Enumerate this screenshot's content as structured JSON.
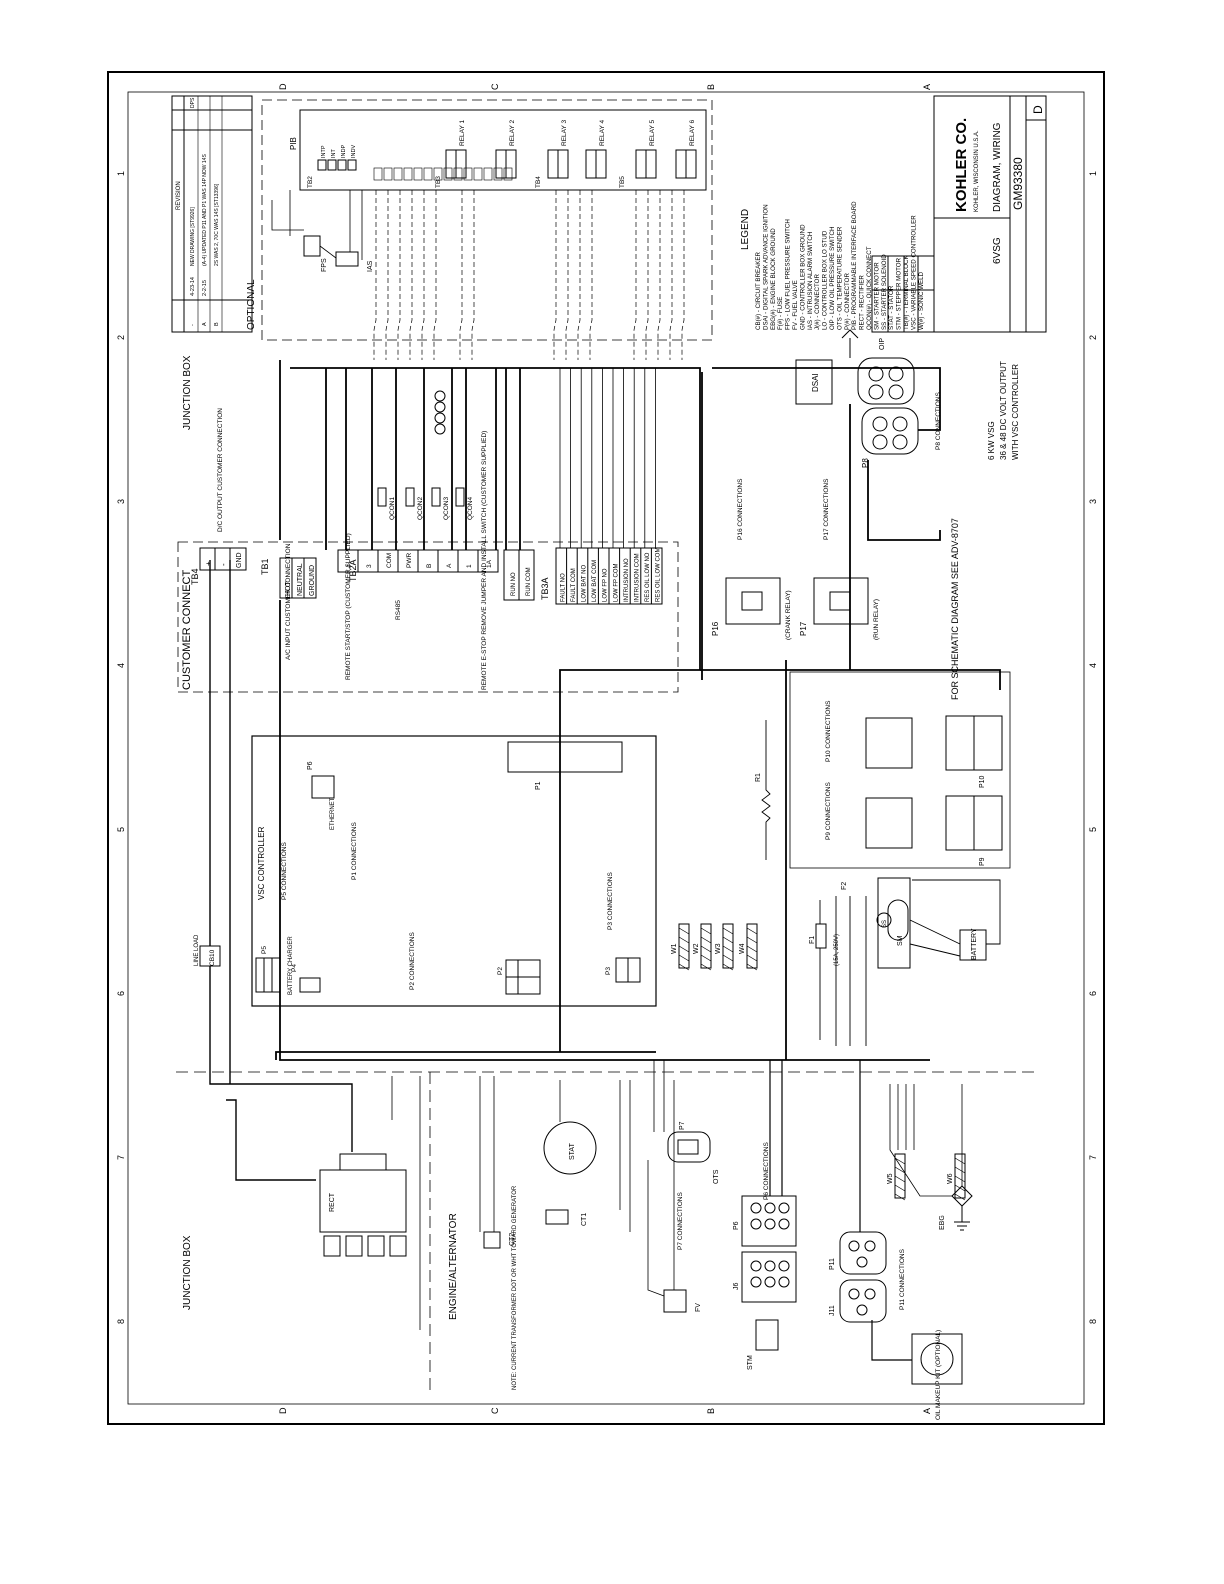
{
  "border": {
    "zone_numbers": [
      "1",
      "2",
      "3",
      "4",
      "5",
      "6",
      "7",
      "8"
    ],
    "zone_letters": [
      "D",
      "C",
      "B",
      "A"
    ]
  },
  "sections": {
    "junction_box_top": "JUNCTION BOX",
    "junction_box_bottom": "JUNCTION BOX",
    "customer_connect": "CUSTOMER CONNECT",
    "optional": "OPTIONAL",
    "vsc_controller": "VSC CONTROLLER",
    "engine_alternator": "ENGINE/ALTERNATOR",
    "schematic_note": "FOR SCHEMATIC DIAGRAM SEE ADV-8707"
  },
  "title_block": {
    "company": "KOHLER CO.",
    "company_sub": "KOHLER, WISCONSIN U.S.A.",
    "title1": "DIAGRAM, WIRING",
    "title2": "6VSG",
    "drawing_number": "GM93380",
    "revision": "D",
    "description_line1": "6 KW VSG",
    "description_line2": "36 & 48 DC VOLT OUTPUT",
    "description_line3": "WITH VSC CONTROLLER"
  },
  "revisions": {
    "header": "REVISION",
    "rows": [
      {
        "rev": "-",
        "date": "4-23-14",
        "desc": "NEW DRAWING [ST9926]",
        "by": "DPS"
      },
      {
        "rev": "A",
        "date": "2-2-15",
        "desc": "(A-4) UPDATED P11 AND P1 WAS 14P NOW 14S",
        "by": ""
      },
      {
        "rev": "B",
        "date": "",
        "desc": "2S WAS 2, 70C WAS 14S [ST13396]",
        "by": ""
      }
    ]
  },
  "legend": {
    "title": "LEGEND",
    "items": [
      "CB(#) - CIRCUIT BREAKER",
      "DSAI - DIGITAL SPARK ADVANCE IGNITION",
      "EBG(#) - ENGINE BLOCK GROUND",
      "F(#) - FUSE",
      "FPS - LOW FUEL PRESSURE SWITCH",
      "FV - FUEL VALVE",
      "GND - CONTROLLER BOX GROUND",
      "IAS - INTRUSION ALARM SWITCH",
      "J(#) - CONNECTOR",
      "LO - CONTROLLER BOX LO STUD",
      "OIP - LOW OIL PRESSURE SWITCH",
      "OTS - OIL TEMPERATURE SENDER",
      "P(#) - CONNECTOR",
      "PIB - PROGRAMMABLE INTERFACE BOARD",
      "RECT - RECTIFIER",
      "QCON(#) - QUICK CONNECT",
      "SM - STARTER MOTOR",
      "SS - STARTER SOLENOID",
      "STAT - STATOR",
      "STM - STEPPER MOTOR",
      "TB(#) - TERMINAL BLOCK",
      "VSC - VARIABLE SPEED CONTROLLER",
      "W(#) - SONIC WELD"
    ]
  },
  "tb1": {
    "name": "TB1",
    "terminals": [
      "HOT",
      "NEUTRAL",
      "GROUND"
    ],
    "note": "A/C INPUT CUSTOMER CONNECTION"
  },
  "tb4": {
    "name": "TB4",
    "terminals": [
      "+",
      "-",
      "GND"
    ],
    "note": "D/C OUTPUT CUSTOMER CONNECTION"
  },
  "tb2a": {
    "name": "TB2A",
    "terminals": [
      "4",
      "3",
      "COM",
      "PWR",
      "B",
      "A",
      "1",
      "1A"
    ],
    "note_remote": "REMOTE START/STOP (CUSTOMER SUPPLIED)",
    "note_rs485": "RS485",
    "note_estop": "REMOTE E-STOP REMOVE JUMPER AND INSTALL SWITCH (CUSTOMER SUPPLIED)"
  },
  "tb3a": {
    "name": "TB3A",
    "terminals": [
      "FAULT NO",
      "FAULT COM",
      "LOW BAT NO",
      "LOW BAT COM",
      "LOW FP NO",
      "LOW FP COM",
      "INTRUSION NO",
      "INTRUSION COM",
      "RES OIL LOW NO",
      "RES OIL LOW COM"
    ]
  },
  "run_block": {
    "terminals": [
      "RUN NO",
      "RUN COM"
    ]
  },
  "pib": {
    "name": "PIB",
    "relays": [
      "RELAY 1",
      "RELAY 2",
      "RELAY 3",
      "RELAY 4",
      "RELAY 5",
      "RELAY 6"
    ],
    "tb_names": [
      "TB2",
      "TB3",
      "TB4",
      "TB5"
    ],
    "inputs": [
      "INTP",
      "INT",
      "INDP",
      "INDV"
    ]
  },
  "connectors": {
    "p1_title": "P1 CONNECTIONS",
    "p2_title": "P2 CONNECTIONS",
    "p3_title": "P3 CONNECTIONS",
    "p5_title": "P5 CONNECTIONS",
    "p6_title": "P6 CONNECTIONS",
    "p7_title": "P7 CONNECTIONS",
    "p8_title": "P8 CONNECTIONS",
    "p9_title": "P9 CONNECTIONS",
    "p10_title": "P10 CONNECTIONS",
    "p11_title": "P11 CONNECTIONS",
    "p16_title": "P16 CONNECTIONS",
    "p17_title": "P17 CONNECTIONS",
    "p16_note": "(CRANK RELAY)",
    "p17_note": "(RUN RELAY)",
    "ethernet": "ETHERNET",
    "battery_charger": "BATTERY CHARGER",
    "oil_makeup": "OIL MAKEUP KIT (OPTIONAL)",
    "note_ct": "NOTE: CURRENT TRANSFORMER DOT OR WHT TOWARD GENERATOR"
  },
  "components": {
    "battery": "BATTERY",
    "sm": "SM",
    "ss": "SS",
    "stat": "STAT",
    "stm": "STM",
    "rect": "RECT",
    "ct1": "CT1",
    "ct2": "CT2",
    "ots": "OTS",
    "fv": "FV",
    "ebg": "EBG",
    "dsai": "DSAI",
    "oip": "OIP",
    "fps": "FPS",
    "ias": "IAS",
    "cb10": "CB10",
    "line_load": "LINE LOAD",
    "f1": "F1",
    "f2": "F2",
    "r1": "R1",
    "f1_rating": "(15A, 250V)"
  },
  "connector_labels": [
    "P1",
    "P2",
    "P3",
    "P4",
    "P5",
    "P6",
    "P7",
    "P8",
    "P9",
    "P10",
    "P11",
    "P16",
    "P17",
    "J6",
    "J11"
  ],
  "quick_connects": [
    "QCON1",
    "QCON2",
    "QCON3",
    "QCON4"
  ],
  "welds": [
    "W1",
    "W2",
    "W3",
    "W4",
    "W5",
    "W6"
  ],
  "colors": {
    "line": "#000000",
    "paper": "#ffffff"
  }
}
